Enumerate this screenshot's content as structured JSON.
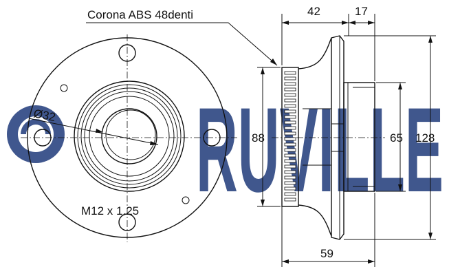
{
  "callouts": {
    "abs_ring": "Corona ABS 48denti",
    "bore_diameter": "Ø32",
    "thread": "M12 x 1.25"
  },
  "dimensions": {
    "flange_width": "42",
    "hub_offset": "17",
    "overall_width": "59",
    "abs_ring_diameter": "88",
    "spigot_diameter": "65",
    "flange_diameter": "128"
  },
  "watermark": {
    "brand": "RUVILLE",
    "color": "#1f3a7a"
  }
}
